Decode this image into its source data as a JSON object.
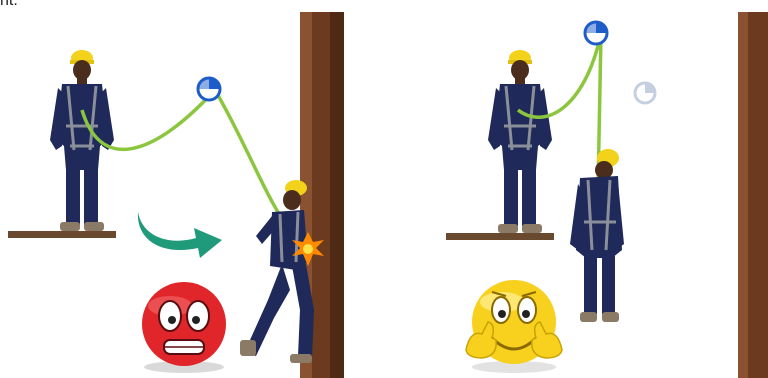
{
  "caption_fragment": "nt.",
  "colors": {
    "rope": "#8cc63f",
    "helmet": "#f2d21b",
    "overalls": "#1f2a5a",
    "harness": "#8a8f99",
    "skin": "#4a2d1c",
    "post": "#6b3a1f",
    "platform": "#6a4a2e",
    "anchor_blue": "#1e5cc9",
    "arrow_teal": "#1f9a7a",
    "spark": "#ff8a00",
    "face_red": "#e0262a",
    "face_yellow": "#f7d11e"
  },
  "left_panel": {
    "scenario": "swing-fall-into-post",
    "icons": [
      "anchor-point-icon",
      "swing-arrow-icon",
      "impact-spark-icon",
      "scared-face-icon"
    ]
  },
  "right_panel": {
    "scenario": "vertical-fall-arrest",
    "icons": [
      "anchor-point-icon",
      "faded-anchor-point-icon",
      "thumbs-up-smiley-icon"
    ]
  }
}
